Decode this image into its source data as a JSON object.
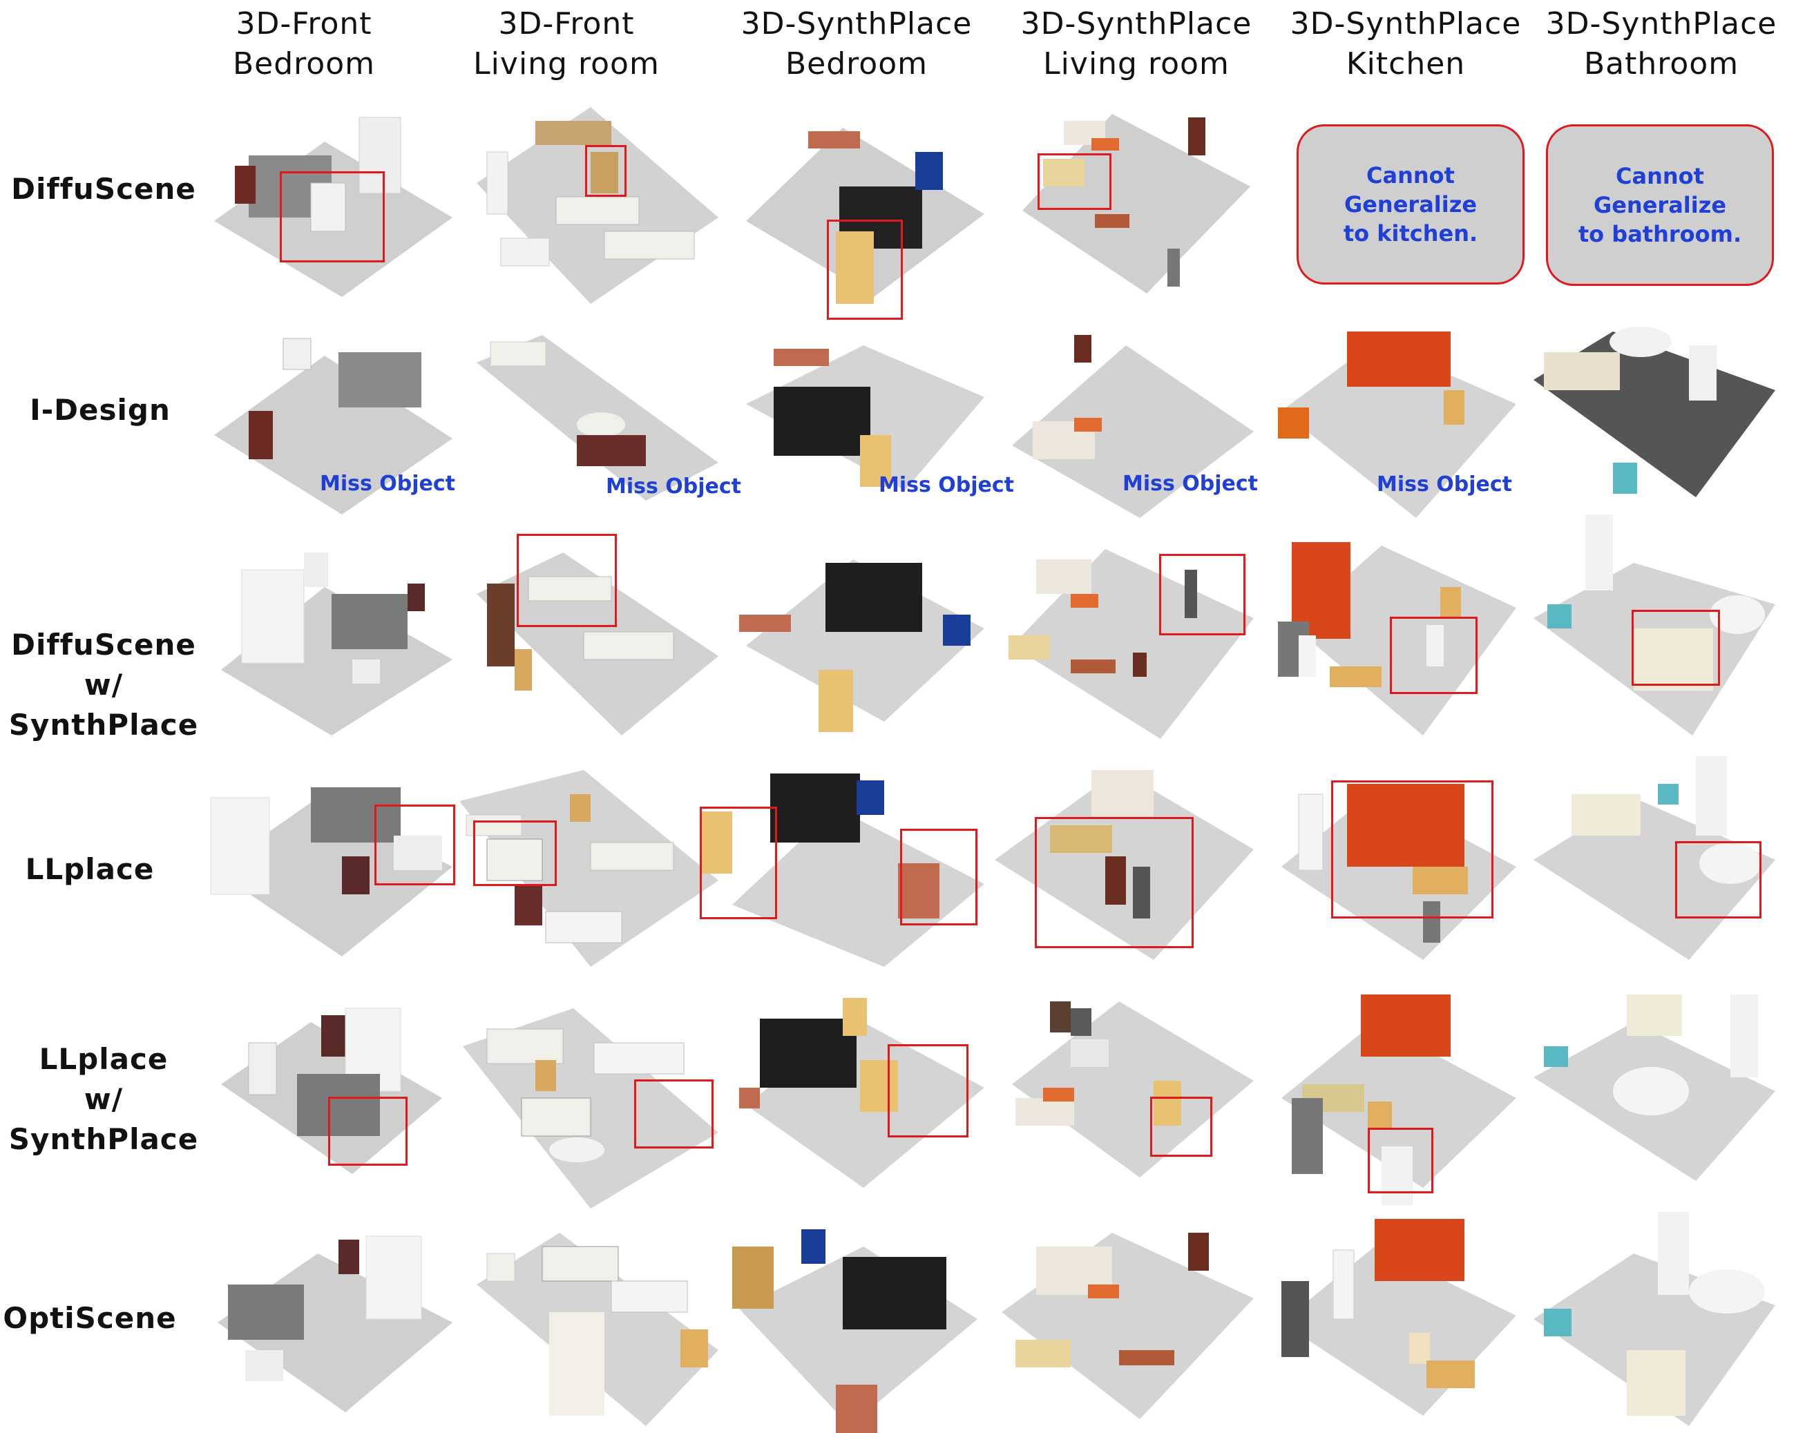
{
  "columns": [
    {
      "line1": "3D-Front",
      "line2": "Bedroom"
    },
    {
      "line1": "3D-Front",
      "line2": "Living room"
    },
    {
      "line1": "3D-SynthPlace",
      "line2": "Bedroom"
    },
    {
      "line1": "3D-SynthPlace",
      "line2": "Living room"
    },
    {
      "line1": "3D-SynthPlace",
      "line2": "Kitchen"
    },
    {
      "line1": "3D-SynthPlace",
      "line2": "Bathroom"
    }
  ],
  "rows": [
    {
      "line1": "DiffuScene",
      "line2": ""
    },
    {
      "line1": "I-Design",
      "line2": ""
    },
    {
      "line1": "DiffuScene",
      "line2": "w/ SynthPlace"
    },
    {
      "line1": "LLplace",
      "line2": ""
    },
    {
      "line1": "LLplace",
      "line2": "w/ SynthPlace"
    },
    {
      "line1": "OptiScene",
      "line2": ""
    }
  ],
  "annotations": {
    "miss_object": "Miss Object",
    "cannot_kitchen": [
      "Cannot",
      "Generalize",
      "to kitchen."
    ],
    "cannot_bathroom": [
      "Cannot",
      "Generalize",
      "to bathroom."
    ]
  },
  "colors": {
    "highlight": "#e0191c",
    "annotation_text": "#1f3fd6",
    "floor": "#cfcfcf"
  }
}
